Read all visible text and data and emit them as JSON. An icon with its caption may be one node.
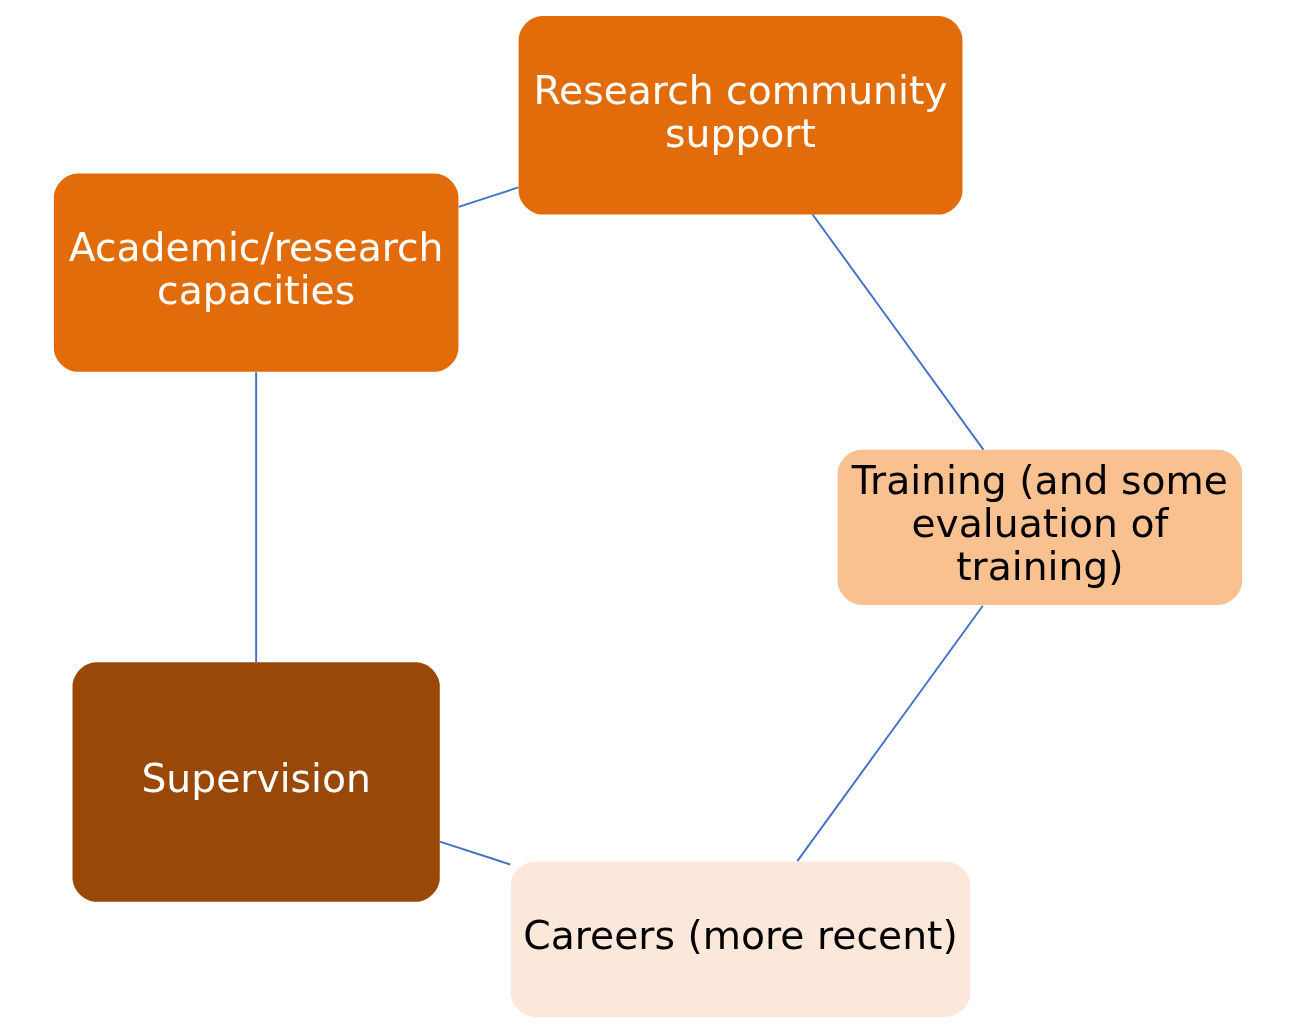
{
  "diagram": {
    "nodes": [
      {
        "text": [
          "Careers (more recent)"
        ]
      },
      {
        "text": [
          "Supervision"
        ]
      },
      {
        "text": [
          "Academic/research capacities"
        ]
      },
      {
        "text": [
          "Research community support"
        ]
      },
      {
        "text": [
          "Training (and some evaluation of training)"
        ]
      }
    ],
    "edges": [
      {
        "from": 0,
        "to": 1,
        "arrow": "none"
      },
      {
        "from": 1,
        "to": 2,
        "arrow": "none"
      },
      {
        "from": 2,
        "to": 3,
        "arrow": "none"
      },
      {
        "from": 3,
        "to": 4,
        "arrow": "none"
      },
      {
        "from": 4,
        "to": 0,
        "arrow": "none"
      }
    ]
  }
}
